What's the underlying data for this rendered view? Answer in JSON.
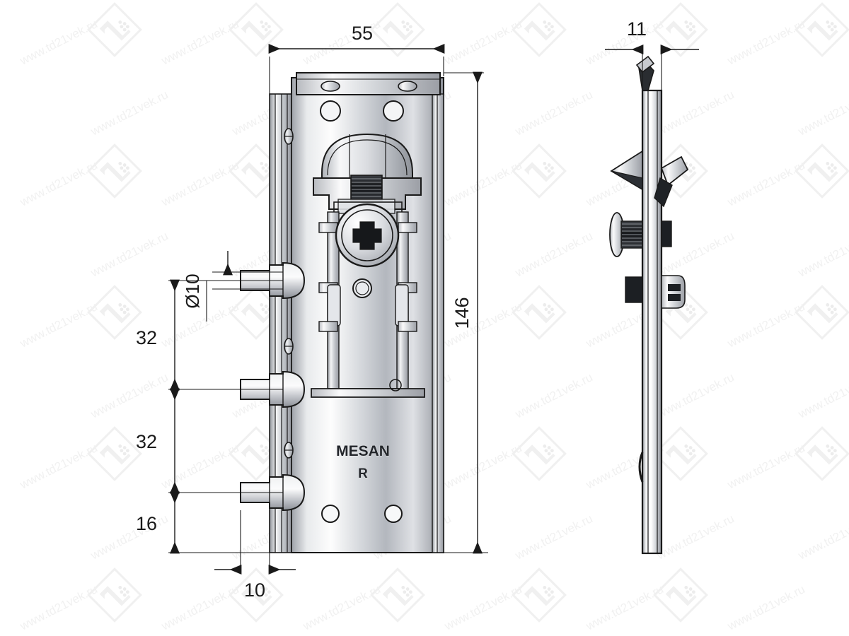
{
  "document": {
    "type": "technical-drawing",
    "subject": "MESAN concealed hinge / lift mechanism plate",
    "views": [
      "front-view",
      "side-view"
    ],
    "background_color": "#ffffff",
    "line_color": "#1a1a1a",
    "metal_light": "#fdfdfd",
    "metal_mid": "#c9ccd2",
    "metal_dark": "#8d9199"
  },
  "watermark": {
    "text": "www.td21vek.ru",
    "logo_text": "21",
    "color": "#f2f2f2",
    "angle_deg": -27,
    "columns": 6,
    "rows": 6
  },
  "front_view": {
    "label": "front-view",
    "brand_line1": "MESAN",
    "brand_line2": "R",
    "dimensions": {
      "width": {
        "value": "55",
        "unit": "mm",
        "orientation": "horizontal",
        "position": "top"
      },
      "height": {
        "value": "146",
        "unit": "mm",
        "orientation": "vertical",
        "position": "right"
      },
      "pin_spacing_upper": {
        "value": "32",
        "unit": "mm",
        "orientation": "vertical",
        "position": "left"
      },
      "pin_spacing_lower": {
        "value": "32",
        "unit": "mm",
        "orientation": "vertical",
        "position": "left"
      },
      "bottom_offset": {
        "value": "16",
        "unit": "mm",
        "orientation": "vertical",
        "position": "left"
      },
      "pin_diameter": {
        "value": "Ø10",
        "unit": "mm",
        "orientation": "vertical",
        "position": "left-top"
      },
      "pin_projection": {
        "value": "10",
        "unit": "mm",
        "orientation": "horizontal",
        "position": "bottom"
      }
    },
    "hinge_pins": 3,
    "mounting_holes": 4,
    "top_rivets": 2
  },
  "side_view": {
    "label": "side-view",
    "dimensions": {
      "thickness": {
        "value": "11",
        "unit": "mm",
        "orientation": "horizontal",
        "position": "top"
      }
    }
  }
}
